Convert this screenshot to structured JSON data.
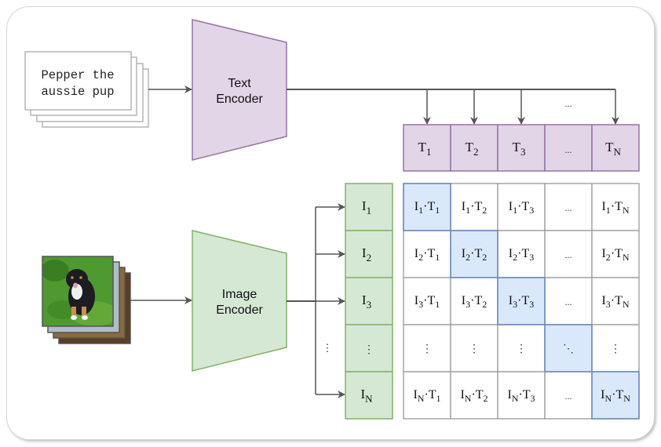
{
  "text_input": {
    "lines": [
      "Pepper the",
      "aussie pup"
    ]
  },
  "text_encoder": {
    "line1": "Text",
    "line2": "Encoder",
    "fill": "#e1d5e7",
    "stroke": "#9673a6"
  },
  "image_encoder": {
    "line1": "Image",
    "line2": "Encoder",
    "fill": "#d5e8d4",
    "stroke": "#82b366"
  },
  "image_input": {
    "description": "stack of photos, front photo shows puppy on grass"
  },
  "text_embeddings": {
    "arrow_gap_label": "...",
    "cells": [
      {
        "base": "T",
        "sub": "1"
      },
      {
        "base": "T",
        "sub": "2"
      },
      {
        "base": "T",
        "sub": "3"
      },
      {
        "base": "...",
        "sub": ""
      },
      {
        "base": "T",
        "sub": "N"
      }
    ]
  },
  "image_embeddings": {
    "side_ellipsis": "⋮",
    "cells": [
      {
        "base": "I",
        "sub": "1"
      },
      {
        "base": "I",
        "sub": "2"
      },
      {
        "base": "I",
        "sub": "3"
      },
      {
        "base": "⋮",
        "sub": ""
      },
      {
        "base": "I",
        "sub": "N"
      }
    ]
  },
  "matrix": {
    "highlight_fill": "#dae8fc",
    "highlight_stroke": "#6c8ebf",
    "grid_stroke": "#999999",
    "rows": [
      [
        {
          "i": "1",
          "t": "1",
          "hl": true
        },
        {
          "i": "1",
          "t": "2"
        },
        {
          "i": "1",
          "t": "3"
        },
        {
          "text": "..."
        },
        {
          "i": "1",
          "t": "N"
        }
      ],
      [
        {
          "i": "2",
          "t": "1"
        },
        {
          "i": "2",
          "t": "2",
          "hl": true
        },
        {
          "i": "2",
          "t": "3"
        },
        {
          "text": "..."
        },
        {
          "i": "2",
          "t": "N"
        }
      ],
      [
        {
          "i": "3",
          "t": "1"
        },
        {
          "i": "3",
          "t": "2"
        },
        {
          "i": "3",
          "t": "3",
          "hl": true
        },
        {
          "text": "..."
        },
        {
          "i": "3",
          "t": "N"
        }
      ],
      [
        {
          "text": "⋮"
        },
        {
          "text": "⋮"
        },
        {
          "text": "⋮"
        },
        {
          "text": "⋱",
          "hl": true
        },
        {
          "text": "⋮"
        }
      ],
      [
        {
          "i": "N",
          "t": "1"
        },
        {
          "i": "N",
          "t": "2"
        },
        {
          "i": "N",
          "t": "3"
        },
        {
          "text": "..."
        },
        {
          "i": "N",
          "t": "N",
          "hl": true
        }
      ]
    ]
  }
}
